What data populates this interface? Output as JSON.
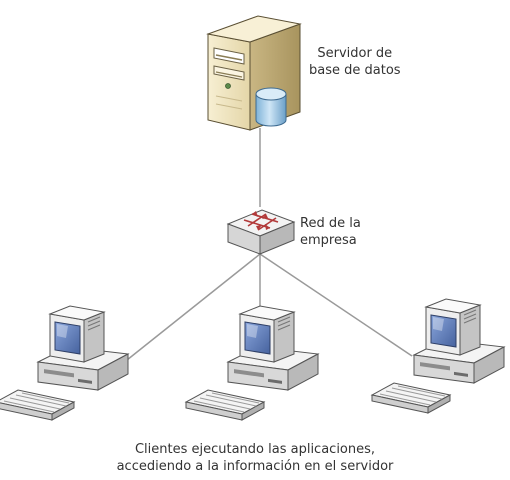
{
  "server": {
    "label_line1": "Servidor de",
    "label_line2": "base de datos",
    "icon": "database-server-icon"
  },
  "network": {
    "label_line1": "Red de la",
    "label_line2": "empresa",
    "icon": "network-switch-icon"
  },
  "clients": {
    "count": 3,
    "icon": "desktop-computer-icon",
    "label_line1": "Clientes ejecutando las aplicaciones,",
    "label_line2": "accediendo a la información en el servidor"
  },
  "colors": {
    "server_beige": "#efe4c0",
    "database_blue": "#9ecbe8",
    "computer_light": "#f2f2f2",
    "screen_blue": "#6f8cc8",
    "link_gray": "#9a9a9a",
    "switch_red": "#b23a3a"
  }
}
